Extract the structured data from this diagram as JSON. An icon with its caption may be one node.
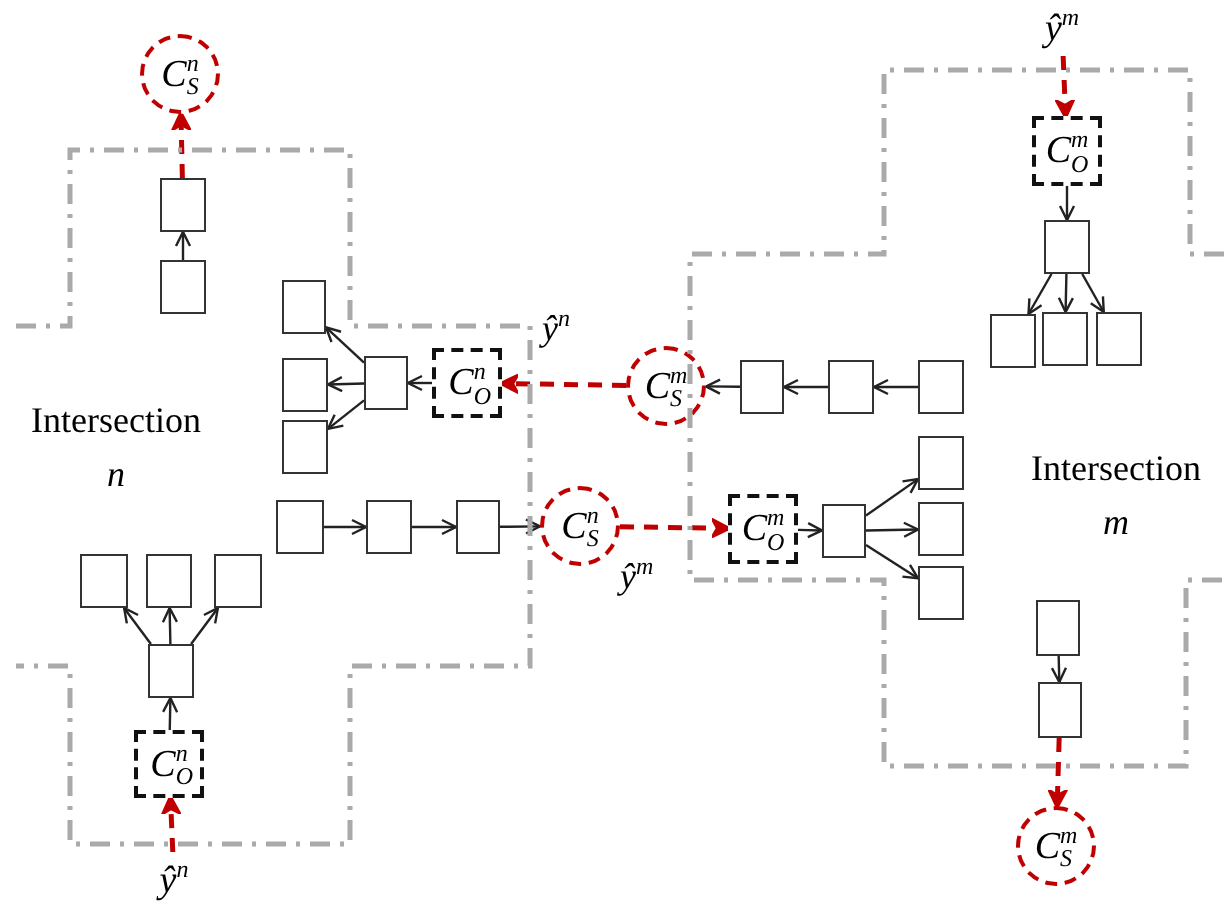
{
  "diagram": {
    "nodes": [
      {
        "text": [
          "Intersection *n*"
        ]
      },
      {
        "text": [
          "C$_{S}$$^{n}$"
        ]
      },
      {
        "text": [],
        "shape": "box",
        "in": 0
      },
      {
        "text": [],
        "shape": "box",
        "in": 0
      },
      {
        "text": [],
        "shape": "box",
        "in": 0
      },
      {
        "text": [],
        "shape": "box",
        "in": 0
      },
      {
        "text": [],
        "shape": "box",
        "in": 0
      },
      {
        "text": [],
        "shape": "box",
        "in": 0
      },
      {
        "text": [
          "C$_{O}$$^{n}$"
        ],
        "in": 0
      },
      {
        "text": [],
        "shape": "box",
        "in": 0
      },
      {
        "text": [],
        "shape": "box",
        "in": 0
      },
      {
        "text": [],
        "shape": "box",
        "in": 0
      },
      {
        "text": [],
        "shape": "box",
        "in": 0
      },
      {
        "text": [],
        "shape": "box",
        "in": 0
      },
      {
        "text": [],
        "shape": "box",
        "in": 0
      },
      {
        "text": [],
        "shape": "box",
        "in": 0
      },
      {
        "text": [
          "C$_{O}$$^{n}$"
        ],
        "in": 0
      },
      {
        "text": [
          "ŷ$^{n}$"
        ]
      },
      {
        "text": [
          "C$_{S}$$^{n}$"
        ]
      },
      {
        "text": [
          "C$_{S}$$^{m}$"
        ]
      },
      {
        "text": [
          "Intersection *m*"
        ]
      },
      {
        "text": [
          "ŷ$^{m}$"
        ]
      },
      {
        "text": [
          "C$_{O}$$^{m}$"
        ],
        "in": 20
      },
      {
        "text": [],
        "shape": "box",
        "in": 20
      },
      {
        "text": [],
        "shape": "box",
        "in": 20
      },
      {
        "text": [],
        "shape": "box",
        "in": 20
      },
      {
        "text": [],
        "shape": "box",
        "in": 20
      },
      {
        "text": [],
        "shape": "box",
        "in": 20
      },
      {
        "text": [],
        "shape": "box",
        "in": 20
      },
      {
        "text": [],
        "shape": "box",
        "in": 20
      },
      {
        "text": [
          "C$_{O}$$^{m}$"
        ],
        "in": 20
      },
      {
        "text": [],
        "shape": "box",
        "in": 20
      },
      {
        "text": [],
        "shape": "box",
        "in": 20
      },
      {
        "text": [],
        "shape": "box",
        "in": 20
      },
      {
        "text": [],
        "shape": "box",
        "in": 20
      },
      {
        "text": [],
        "shape": "box",
        "in": 20
      },
      {
        "text": [],
        "shape": "box",
        "in": 20
      },
      {
        "text": [
          "C$_{S}$$^{m}$"
        ]
      }
    ],
    "edges": [
      {
        "from": 3,
        "to": 2,
        "arrow": "to"
      },
      {
        "from": 2,
        "to": 1,
        "arrow": "to",
        "style": "dashed",
        "color": "#c00000"
      },
      {
        "from": 8,
        "to": 7,
        "arrow": "to"
      },
      {
        "from": 7,
        "to": 4,
        "arrow": "to"
      },
      {
        "from": 7,
        "to": 5,
        "arrow": "to"
      },
      {
        "from": 7,
        "to": 6,
        "arrow": "to"
      },
      {
        "from": 19,
        "to": 8,
        "arrow": "to",
        "label": "ŷ$^{n}$",
        "style": "dashed",
        "color": "#c00000"
      },
      {
        "from": 9,
        "to": 10,
        "arrow": "to"
      },
      {
        "from": 10,
        "to": 11,
        "arrow": "to"
      },
      {
        "from": 11,
        "to": 18,
        "arrow": "to"
      },
      {
        "from": 17,
        "to": 16,
        "arrow": "to",
        "style": "dashed",
        "color": "#c00000"
      },
      {
        "from": 16,
        "to": 15,
        "arrow": "to"
      },
      {
        "from": 15,
        "to": 12,
        "arrow": "to"
      },
      {
        "from": 15,
        "to": 13,
        "arrow": "to"
      },
      {
        "from": 15,
        "to": 14,
        "arrow": "to"
      },
      {
        "from": 18,
        "to": 30,
        "arrow": "to",
        "label": "ŷ$^{m}$",
        "style": "dashed",
        "color": "#c00000"
      },
      {
        "from": 21,
        "to": 22,
        "arrow": "to",
        "style": "dashed",
        "color": "#c00000"
      },
      {
        "from": 22,
        "to": 23,
        "arrow": "to"
      },
      {
        "from": 23,
        "to": 24,
        "arrow": "to"
      },
      {
        "from": 23,
        "to": 25,
        "arrow": "to"
      },
      {
        "from": 23,
        "to": 26,
        "arrow": "to"
      },
      {
        "from": 27,
        "to": 28,
        "arrow": "to"
      },
      {
        "from": 28,
        "to": 29,
        "arrow": "to"
      },
      {
        "from": 29,
        "to": 19,
        "arrow": "to"
      },
      {
        "from": 30,
        "to": 31,
        "arrow": "to"
      },
      {
        "from": 31,
        "to": 32,
        "arrow": "to"
      },
      {
        "from": 31,
        "to": 33,
        "arrow": "to"
      },
      {
        "from": 31,
        "to": 34,
        "arrow": "to"
      },
      {
        "from": 35,
        "to": 36,
        "arrow": "to"
      },
      {
        "from": 36,
        "to": 37,
        "arrow": "to",
        "style": "dashed",
        "color": "#c00000"
      }
    ]
  }
}
